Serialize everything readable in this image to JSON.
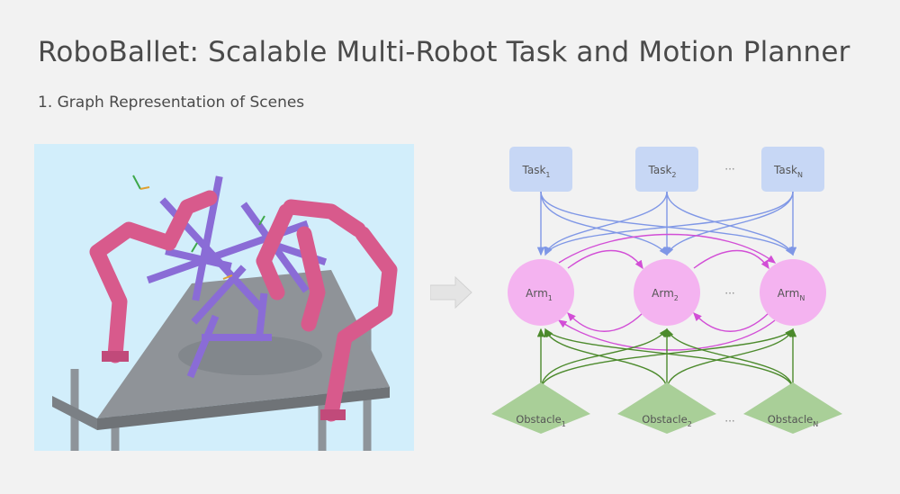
{
  "slide": {
    "title": "RoboBallet: Scalable Multi-Robot Task and Motion Planner",
    "subtitle": "1. Graph Representation of Scenes"
  },
  "graph": {
    "ellipsis": "···",
    "tasks": [
      {
        "base": "Task",
        "sub": "1"
      },
      {
        "base": "Task",
        "sub": "2"
      },
      {
        "base": "Task",
        "sub": "N"
      }
    ],
    "arms": [
      {
        "base": "Arm",
        "sub": "1"
      },
      {
        "base": "Arm",
        "sub": "2"
      },
      {
        "base": "Arm",
        "sub": "N"
      }
    ],
    "obstacles": [
      {
        "base": "Obstacle",
        "sub": "1"
      },
      {
        "base": "Obstacle",
        "sub": "2"
      },
      {
        "base": "Obstacle",
        "sub": "N"
      }
    ]
  },
  "colors": {
    "task_fill": "#c7d7f5",
    "arm_fill": "#f4b3f0",
    "obstacle_fill": "#a9cf98",
    "task_edge": "#7f97e6",
    "arm_edge": "#d24ed6",
    "obstacle_edge": "#4c8a2c",
    "robot_arm": "#d85a8c",
    "sky": "#d2eefb"
  },
  "icons": {
    "process_arrow": "right-arrow-icon"
  }
}
